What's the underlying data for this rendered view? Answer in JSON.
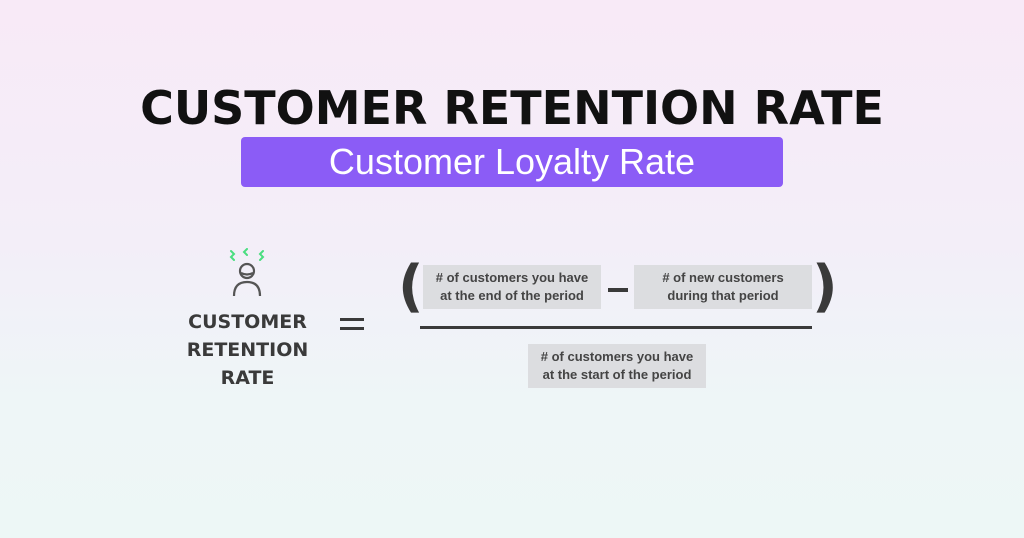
{
  "header": {
    "title": "CUSTOMER RETENTION RATE",
    "subtitle": "Customer Loyalty Rate"
  },
  "formula": {
    "label": "CUSTOMER RETENTION RATE",
    "label_lines": [
      "CUSTOMER",
      "RETENTION",
      "RATE"
    ],
    "icon": "stressed-person-icon",
    "operator_equals": "=",
    "open_paren": "(",
    "close_paren": ")",
    "operator_minus": "–",
    "term_end_line1": "# of customers you have",
    "term_end_line2": "at the end of the period",
    "term_new_line1": "# of new customers",
    "term_new_line2": "during that period",
    "term_start_line1": "# of customers you have",
    "term_start_line2": "at the start of the period"
  },
  "colors": {
    "accent": "#8b5cf6",
    "icon_accent": "#4ade80",
    "text_dark": "#3a3a3a",
    "box_bg": "#dcdde0"
  }
}
